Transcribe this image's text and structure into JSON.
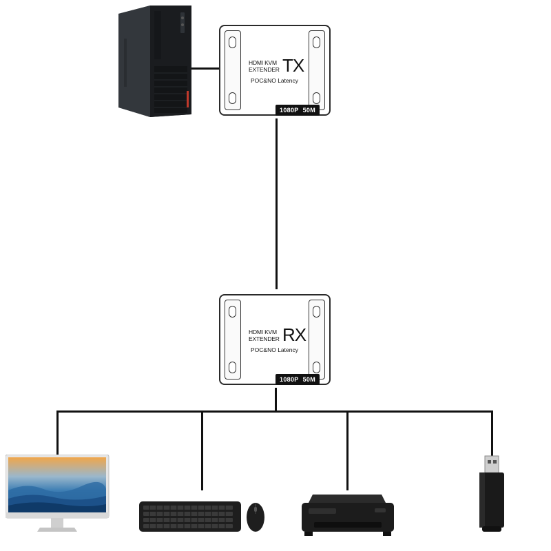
{
  "tx": {
    "line1": "HDMI KVM",
    "line2": "EXTENDER",
    "big": "TX",
    "sub": "POC&NO Latency",
    "tag_res": "1080P",
    "tag_dist": "50M"
  },
  "rx": {
    "line1": "HDMI KVM",
    "line2": "EXTENDER",
    "big": "RX",
    "sub": "POC&NO Latency",
    "tag_res": "1080P",
    "tag_dist": "50M"
  },
  "colors": {
    "line": "#111111",
    "tower": "#1f2226",
    "tower_accent": "#c0392b",
    "monitor_frame": "#d8d8d8",
    "printer": "#1c1c1c"
  }
}
